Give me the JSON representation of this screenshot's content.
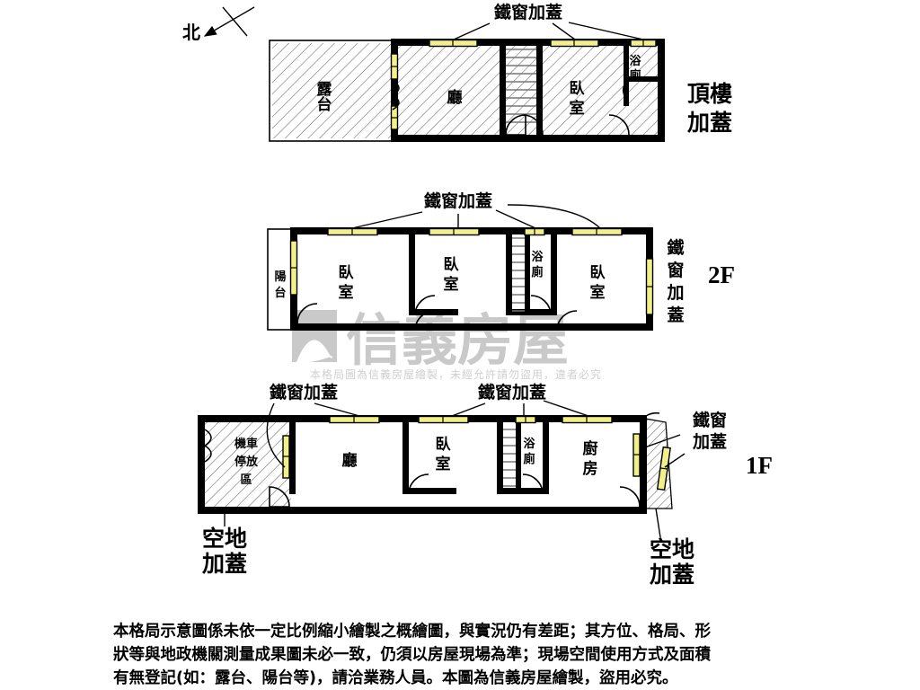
{
  "document": {
    "type": "real-estate-floor-plan",
    "brand": "信義房屋",
    "north_label": "北",
    "watermark_main": "信義房屋",
    "watermark_sub": "本格局圖為信義房屋繪製，未經允許請勿盜用，違者必究",
    "colors": {
      "wall": "#000000",
      "window": "#f2f08a",
      "hatch": "#555555",
      "watermark": "#c9c9c9",
      "background": "#ffffff"
    }
  },
  "floors": [
    {
      "id": "rooftop",
      "label": "頂樓\n加蓋",
      "label_lines": [
        "頂樓",
        "加蓋"
      ],
      "rooms": [
        {
          "name": "露台",
          "lines": [
            "露",
            "台"
          ]
        },
        {
          "name": "廳",
          "lines": [
            "廳"
          ]
        },
        {
          "name": "臥室",
          "lines": [
            "臥",
            "室"
          ]
        },
        {
          "name": "浴廁",
          "lines": [
            "浴",
            "廁"
          ]
        }
      ],
      "annotations": [
        {
          "text": "鐵窗加蓋",
          "count": 3
        }
      ]
    },
    {
      "id": "2f",
      "label": "2F",
      "rooms": [
        {
          "name": "陽台",
          "lines": [
            "陽",
            "台"
          ]
        },
        {
          "name": "臥室",
          "lines": [
            "臥",
            "室"
          ]
        },
        {
          "name": "臥室",
          "lines": [
            "臥",
            "室"
          ]
        },
        {
          "name": "浴廁",
          "lines": [
            "浴",
            "廁"
          ]
        },
        {
          "name": "臥室",
          "lines": [
            "臥",
            "室"
          ]
        }
      ],
      "annotations": [
        {
          "text": "鐵窗加蓋",
          "orientation": "horizontal"
        },
        {
          "text": "鐵窗加蓋",
          "orientation": "vertical",
          "lines": [
            "鐵",
            "窗",
            "加",
            "蓋"
          ]
        }
      ]
    },
    {
      "id": "1f",
      "label": "1F",
      "rooms": [
        {
          "name": "機車停放區",
          "lines": [
            "機車",
            "停放",
            "區"
          ]
        },
        {
          "name": "廳",
          "lines": [
            "廳"
          ]
        },
        {
          "name": "臥室",
          "lines": [
            "臥",
            "室"
          ]
        },
        {
          "name": "浴廁",
          "lines": [
            "浴",
            "廁"
          ]
        },
        {
          "name": "廚房",
          "lines": [
            "廚",
            "房"
          ]
        }
      ],
      "annotations": [
        {
          "text": "鐵窗加蓋",
          "position": "top-left"
        },
        {
          "text": "鐵窗加蓋",
          "position": "top-right"
        },
        {
          "text": "鐵窗\n加蓋",
          "lines": [
            "鐵窗",
            "加蓋"
          ],
          "position": "right"
        },
        {
          "text": "空地\n加蓋",
          "lines": [
            "空地",
            "加蓋"
          ],
          "position": "bottom-left"
        },
        {
          "text": "空地\n加蓋",
          "lines": [
            "空地",
            "加蓋"
          ],
          "position": "bottom-right"
        }
      ]
    }
  ],
  "labels": {
    "terrace": "露台",
    "terrace_l1": "露",
    "terrace_l2": "台",
    "hall": "廳",
    "bedroom_l1": "臥",
    "bedroom_l2": "室",
    "bath_l1": "浴",
    "bath_l2": "廁",
    "balcony_l1": "陽",
    "balcony_l2": "台",
    "kitchen_l1": "廚",
    "kitchen_l2": "房",
    "moto_l1": "機車",
    "moto_l2": "停放",
    "moto_l3": "區",
    "iron_window": "鐵窗加蓋",
    "iron_window_l1": "鐵窗",
    "iron_window_l2": "加蓋",
    "iron_window_v1": "鐵",
    "iron_window_v2": "窗",
    "iron_window_v3": "加",
    "iron_window_v4": "蓋",
    "vacant_l1": "空地",
    "vacant_l2": "加蓋",
    "rooftop_l1": "頂樓",
    "rooftop_l2": "加蓋",
    "floor_2f": "2F",
    "floor_1f": "1F",
    "north": "北"
  },
  "disclaimer": {
    "line1": "本格局示意圖係未依一定比例縮小繪製之概繪圖，與實況仍有差距；其方位、格局、形",
    "line2": "狀等與地政機關測量成果圖未必一致，仍須以房屋現場為準；現場空間使用方式及面積",
    "line3": "有無登記(如：露台、陽台等)，請洽業務人員。本圖為信義房屋繪製，盜用必究。"
  }
}
